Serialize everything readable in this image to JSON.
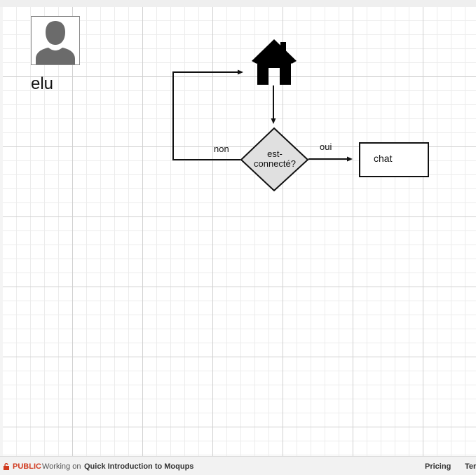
{
  "canvas": {
    "avatar": {
      "label": "elu",
      "icon": "user-silhouette-icon"
    },
    "nodes": {
      "home": {
        "icon": "home-icon"
      },
      "decision": {
        "line1": "est-",
        "line2": "connecté?",
        "fill": "#e0e0e0"
      },
      "chat": {
        "label": "chat"
      }
    },
    "edges": {
      "no_label": "non",
      "yes_label": "oui"
    }
  },
  "footer": {
    "visibility": "PUBLIC",
    "working_on": "Working on",
    "project_name": "Quick Introduction to Moqups",
    "pricing": "Pricing",
    "terms": "Ter",
    "accent": "#d03a1f"
  }
}
